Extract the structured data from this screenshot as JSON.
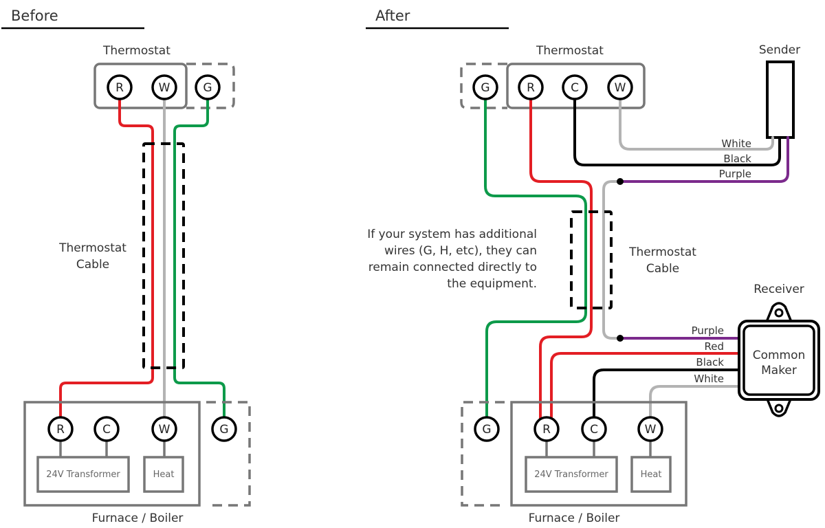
{
  "colors": {
    "red": "#e31e24",
    "green": "#0d9a4a",
    "white_wire": "#b3b3b3",
    "black": "#000000",
    "purple": "#7b2a8c",
    "box": "#777777"
  },
  "before": {
    "title": "Before",
    "thermostat": {
      "title": "Thermostat",
      "terminals": [
        "R",
        "W"
      ],
      "extra_terminal": "G"
    },
    "cable_label": [
      "Thermostat",
      "Cable"
    ],
    "furnace": {
      "title": "Furnace / Boiler",
      "terminals": [
        "R",
        "C",
        "W"
      ],
      "extra_terminal": "G",
      "transformer_label": "24V Transformer",
      "heat_label": "Heat"
    }
  },
  "after": {
    "title": "After",
    "thermostat": {
      "title": "Thermostat",
      "terminals": [
        "R",
        "C",
        "W"
      ],
      "extra_terminal": "G"
    },
    "sender": {
      "title": "Sender",
      "wire_labels": [
        "White",
        "Black",
        "Purple"
      ]
    },
    "cable_label": [
      "Thermostat",
      "Cable"
    ],
    "note": [
      "If your system has additional",
      "wires (G, H, etc), they can",
      "remain connected directly to",
      "the equipment."
    ],
    "receiver": {
      "title": "Receiver",
      "body": [
        "Common",
        "Maker"
      ],
      "wire_labels": [
        "Purple",
        "Red",
        "Black",
        "White"
      ]
    },
    "furnace": {
      "title": "Furnace / Boiler",
      "terminals": [
        "R",
        "C",
        "W"
      ],
      "extra_terminal": "G",
      "transformer_label": "24V Transformer",
      "heat_label": "Heat"
    }
  }
}
